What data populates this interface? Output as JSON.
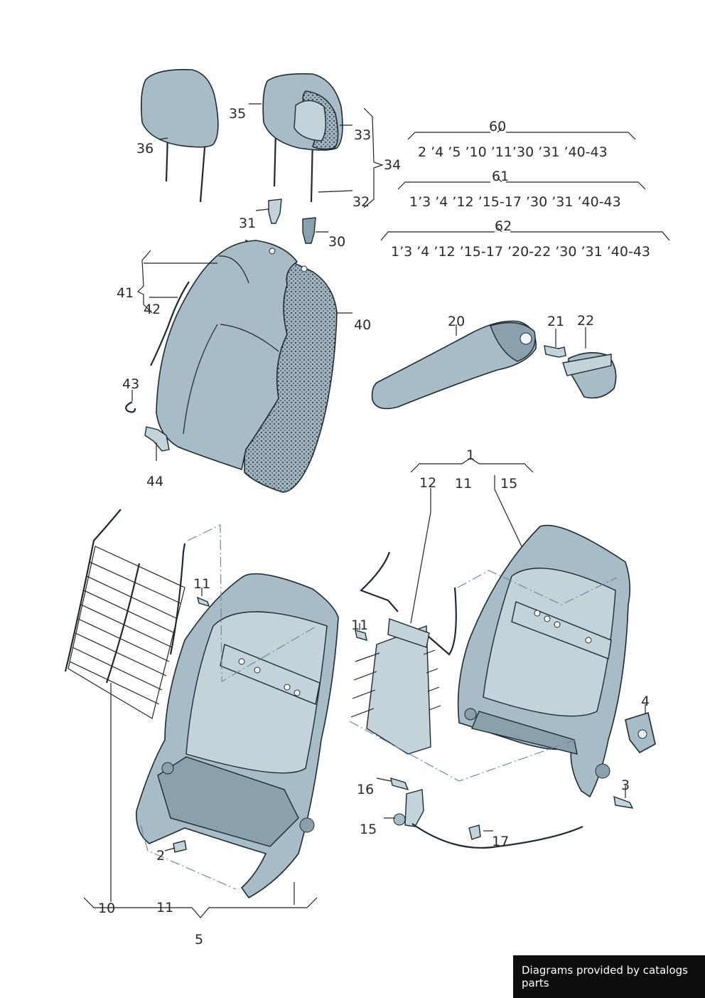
{
  "callouts": {
    "c1": "1",
    "c2": "2",
    "c3": "3",
    "c4": "4",
    "c5": "5",
    "c10": "10",
    "c11a": "11",
    "c11b": "11",
    "c11c": "11",
    "c11d": "11",
    "c12": "12",
    "c15a": "15",
    "c15b": "15",
    "c16": "16",
    "c17": "17",
    "c20": "20",
    "c21": "21",
    "c22": "22",
    "c30": "30",
    "c31": "31",
    "c32": "32",
    "c33": "33",
    "c34": "34",
    "c35": "35",
    "c36": "36",
    "c40": "40",
    "c41": "41",
    "c42": "42",
    "c43": "43",
    "c44": "44",
    "c60": "60",
    "c61": "61",
    "c62": "62"
  },
  "groups": {
    "g60": "2 ’4 ’5 ’10 ’11’30 ’31 ’40-43",
    "g61": "1’3 ’4 ’12 ’15-17  ’30 ’31 ’40-43",
    "g62": "1’3 ’4 ’12 ’15-17  ’20-22  ’30 ’31 ’40-43"
  },
  "credit": "Diagrams provided by catalogs parts"
}
